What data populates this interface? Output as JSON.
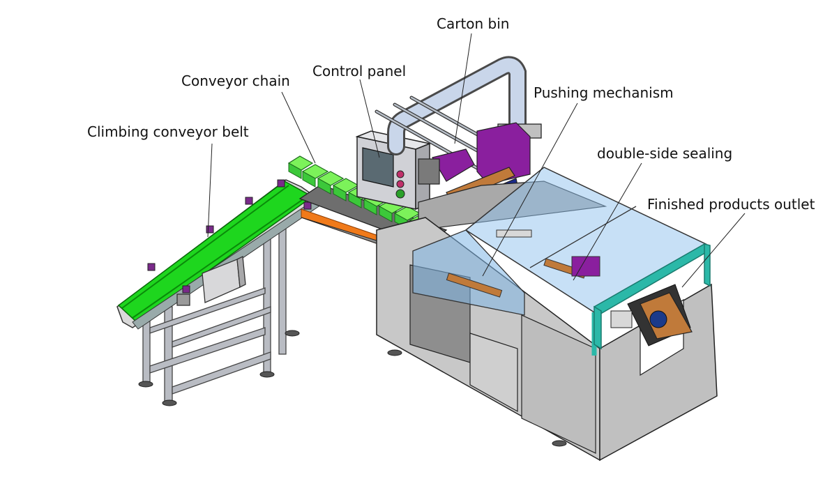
{
  "labels": {
    "carton_bin": "Carton bin",
    "control_panel": "Control panel",
    "conveyor_chain": "Conveyor chain",
    "climbing_conveyor_belt": "Climbing conveyor belt",
    "pushing_mechanism": "Pushing mechanism",
    "double_side_sealing": "double-side sealing",
    "finished_products_outlet": "Finished products outlet"
  },
  "colors": {
    "belt_green": "#1ed61e",
    "chain_green": "#7cf25a",
    "frame_teal": "#2bb8a8",
    "glass_blue": "#7fb6e6",
    "cabinet_gray": "#c8c8c8",
    "purple": "#8a1f9e",
    "orange": "#f07a1a",
    "copper": "#c07a3a"
  }
}
